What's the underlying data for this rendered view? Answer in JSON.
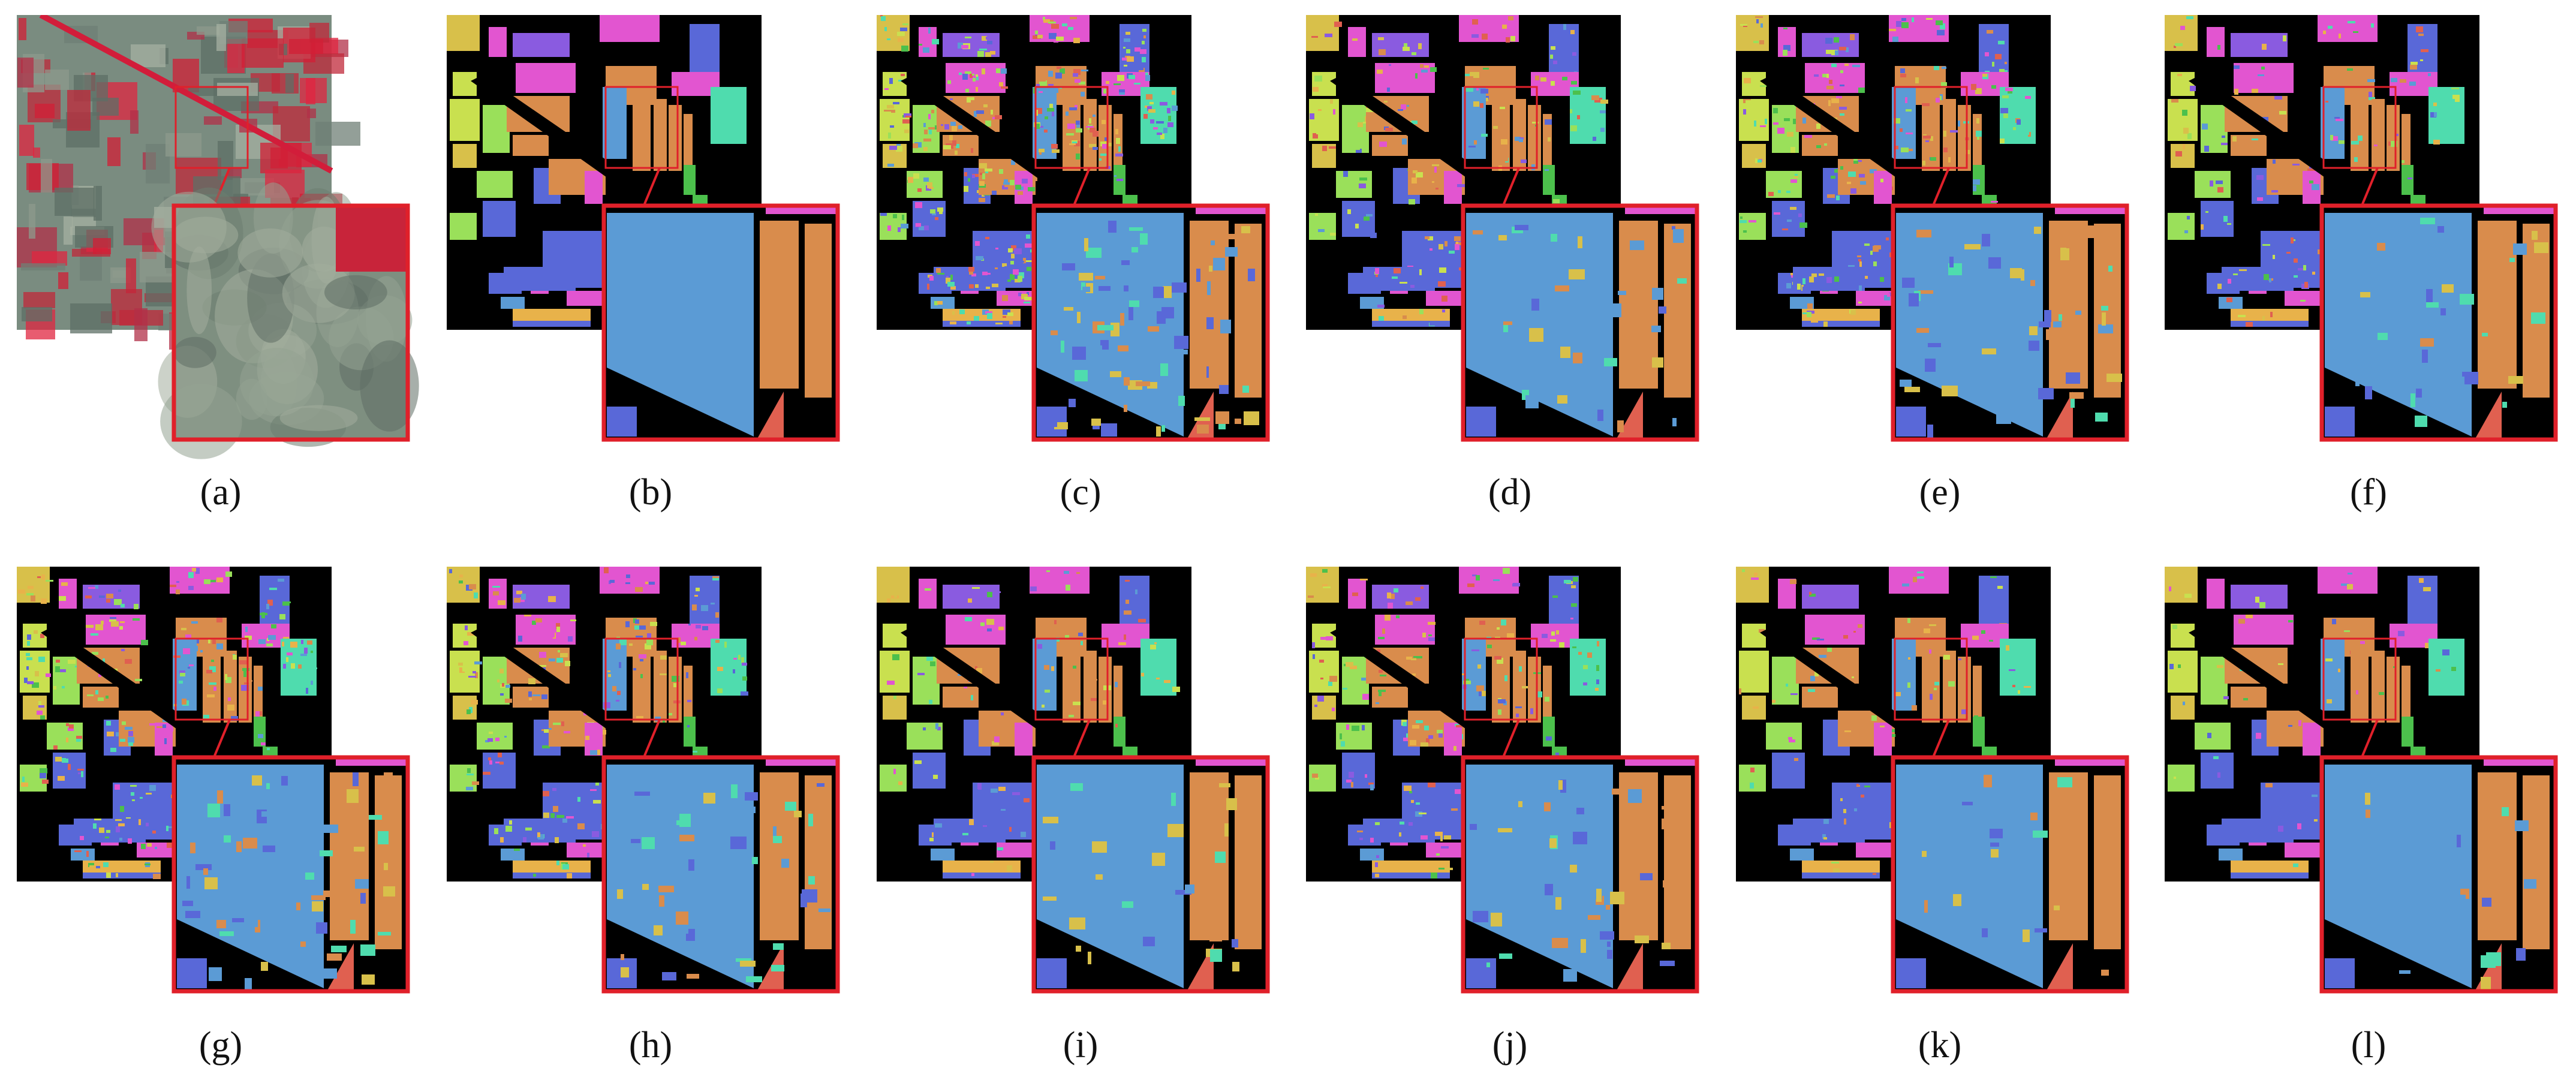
{
  "figure": {
    "panels": [
      {
        "id": "a",
        "label": "(a)",
        "kind": "false-color-composite"
      },
      {
        "id": "b",
        "label": "(b)",
        "kind": "ground-truth"
      },
      {
        "id": "c",
        "label": "(c)",
        "kind": "classification-map",
        "noise": 0.32
      },
      {
        "id": "d",
        "label": "(d)",
        "kind": "classification-map",
        "noise": 0.16
      },
      {
        "id": "e",
        "label": "(e)",
        "kind": "classification-map",
        "noise": 0.2
      },
      {
        "id": "f",
        "label": "(f)",
        "kind": "classification-map",
        "noise": 0.12
      },
      {
        "id": "g",
        "label": "(g)",
        "kind": "classification-map",
        "noise": 0.24
      },
      {
        "id": "h",
        "label": "(h)",
        "kind": "classification-map",
        "noise": 0.18
      },
      {
        "id": "i",
        "label": "(i)",
        "kind": "classification-map",
        "noise": 0.1
      },
      {
        "id": "j",
        "label": "(j)",
        "kind": "classification-map",
        "noise": 0.17
      },
      {
        "id": "k",
        "label": "(k)",
        "kind": "classification-map",
        "noise": 0.09
      },
      {
        "id": "l",
        "label": "(l)",
        "kind": "classification-map",
        "noise": 0.06
      }
    ],
    "colors": {
      "background": "#000000",
      "highlight": "#e0202a",
      "classes": [
        "#5b9bd5",
        "#d98c4c",
        "#5968d8",
        "#e255d0",
        "#8a5be0",
        "#9ae05a",
        "#4fdcae",
        "#d8c04a",
        "#c9e04f",
        "#e8b24a",
        "#e06050",
        "#4cc04c"
      ]
    }
  }
}
